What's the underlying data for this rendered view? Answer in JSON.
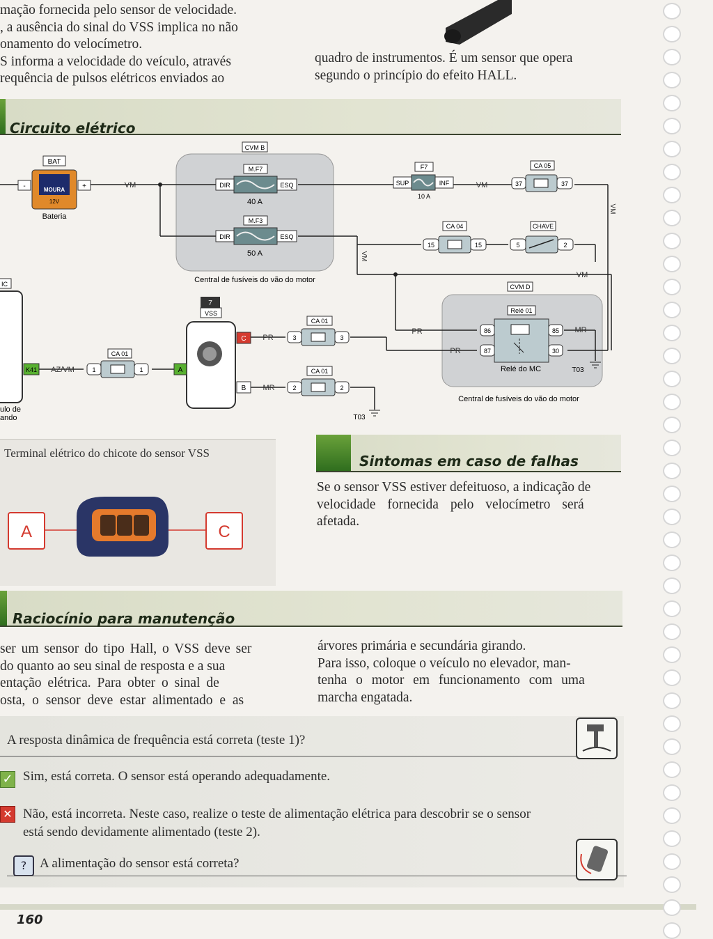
{
  "top_left_lines": [
    "mação fornecida pelo sensor de velocidade.",
    ", a ausência do sinal do VSS implica no não",
    "onamento do velocímetro.",
    "S informa a velocidade do veículo, através",
    "requência de pulsos elétricos enviados ao"
  ],
  "top_right_lines": [
    "quadro de instrumentos. É um sensor que opera",
    "segundo o princípio do efeito HALL."
  ],
  "sections": {
    "circuit_title": "Circuito elétrico",
    "symptoms_title": "Sintomas em caso de falhas",
    "reasoning_title": "Raciocínio para manutenção"
  },
  "diagram": {
    "bat_tag": "BAT",
    "battery_brand": "MOURA",
    "battery_voltage": "12V",
    "battery_label": "Bateria",
    "bat_minus": "-",
    "bat_plus": "+",
    "wire_vm": "VM",
    "wire_pr": "PR",
    "wire_mr": "MR",
    "wire_azvm": "AZ/VM",
    "cvmb_tag": "CVM B",
    "mf7_tag": "M.F7",
    "mf3_tag": "M.F3",
    "dir": "DIR",
    "esq": "ESQ",
    "amp_40": "40 A",
    "amp_50": "50 A",
    "engine_box_label": "Central de fusíveis do vão do motor",
    "f7_tag": "F7",
    "sup": "SUP",
    "inf": "INF",
    "amp_10": "10 A",
    "ca05_tag": "CA 05",
    "pin_37": "37",
    "ca04_tag": "CA 04",
    "pin_15": "15",
    "chave_tag": "CHAVE",
    "pin_5": "5",
    "pin_2": "2",
    "cvmd_tag": "CVM D",
    "rele01_tag": "Relé 01",
    "pin_86": "86",
    "pin_85": "85",
    "pin_87": "87",
    "pin_30": "30",
    "relay_label": "Relé do MC",
    "t03": "T03",
    "engine_box_label2": "Central de fusíveis do vão do motor",
    "vss_num": "7",
    "vss_tag": "VSS",
    "pin_c": "C",
    "pin_b": "B",
    "pin_a": "A",
    "ca01_tag": "CA 01",
    "pin_3": "3",
    "pin_1": "1",
    "k41": "K41",
    "mc_tag": "IC",
    "module_label_1": "ulo de",
    "module_label_2": "ando"
  },
  "connector_panel": {
    "caption": "Terminal elétrico do chicote do sensor VSS",
    "left_label": "A",
    "right_label": "C"
  },
  "symptoms_lines": [
    "Se o sensor VSS estiver defeituoso, a indicação de",
    "velocidade fornecida pelo velocímetro será",
    "afetada."
  ],
  "reasoning_left_lines": [
    "ser um sensor do tipo Hall, o VSS deve ser",
    "do quanto ao seu sinal de resposta e a sua",
    "entação elétrica. Para obter o sinal de",
    "osta, o sensor deve estar alimentado e as"
  ],
  "reasoning_right_lines": [
    "árvores primária e secundária girando.",
    "Para isso, coloque o veículo no elevador, man-",
    "tenha o motor em funcionamento com uma",
    "marcha engatada."
  ],
  "qa": {
    "question1": "A resposta dinâmica de frequência está correta (teste 1)?",
    "yes_answer": "Sim, está correta. O sensor está operando adequadamente.",
    "no_answer_1": "Não, está incorreta. Neste caso, realize o teste de alimentação elétrica para descobrir se o sensor",
    "no_answer_2": "está sendo devidamente alimentado (teste 2).",
    "question2": "A alimentação do sensor está correta?",
    "yes_icon": "check-icon",
    "no_icon": "x-icon",
    "q_icon": "question-icon"
  },
  "page_number": "160",
  "colors": {
    "green_bar": "#4e8a2c",
    "red_label": "#d43a2f",
    "battery_orange": "#e0892a",
    "fuse_box": "#c9cccf"
  }
}
